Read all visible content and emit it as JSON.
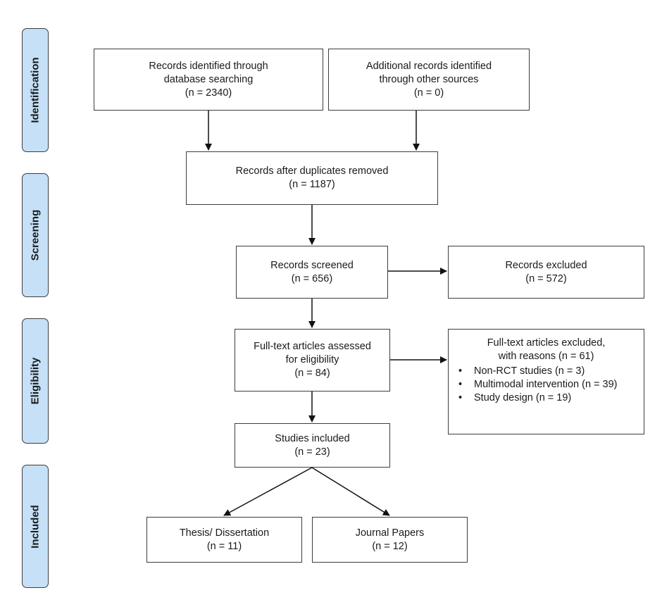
{
  "phases": {
    "identification": "Identification",
    "screening": "Screening",
    "eligibility": "Eligibility",
    "included": "Included"
  },
  "boxes": {
    "database": {
      "line1": "Records identified through",
      "line2": "database searching",
      "count": "(n = 2340)"
    },
    "other_sources": {
      "line1": "Additional records identified",
      "line2": "through other sources",
      "count": "(n = 0)"
    },
    "duplicates_removed": {
      "line1": "Records after duplicates removed",
      "count": "(n = 1187)"
    },
    "screened": {
      "line1": "Records screened",
      "count": "(n = 656)"
    },
    "excluded": {
      "line1": "Records excluded",
      "count": "(n = 572)"
    },
    "full_text": {
      "line1": "Full-text articles assessed",
      "line2": "for eligibility",
      "count": "(n = 84)"
    },
    "full_text_excluded": {
      "line1": "Full-text articles excluded,",
      "line2": "with reasons (n = 61)",
      "reasons": [
        "Non-RCT studies (n = 3)",
        "Multimodal intervention (n = 39)",
        "Study design (n = 19)"
      ]
    },
    "included": {
      "line1": "Studies included",
      "count": "(n = 23)"
    },
    "thesis": {
      "line1": "Thesis/ Dissertation",
      "count": "(n = 11)"
    },
    "journal": {
      "line1": "Journal Papers",
      "count": "(n = 12)"
    }
  },
  "colors": {
    "phase_fill": "#c5e0f7",
    "border": "#3d3d3d",
    "arrow": "#111111"
  }
}
